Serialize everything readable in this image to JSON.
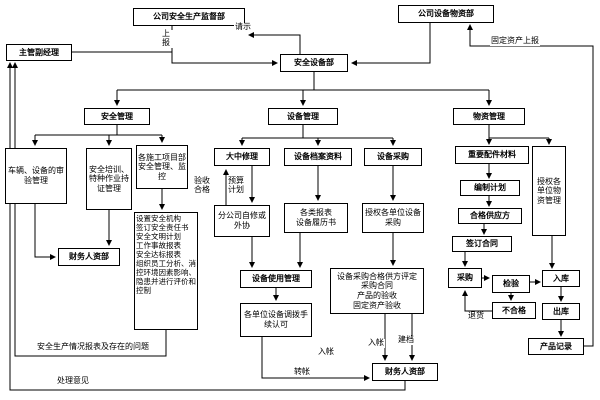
{
  "nodes": [
    {
      "id": "company-safety-supervision",
      "label": "公司安全生产监督部"
    },
    {
      "id": "company-equipment-materials",
      "label": "公司设备物资部"
    },
    {
      "id": "deputy-manager",
      "label": "主管副经理"
    },
    {
      "id": "safety-equipment-dept",
      "label": "安全设备部"
    },
    {
      "id": "safety-management",
      "label": "安全管理"
    },
    {
      "id": "equipment-management",
      "label": "设备管理"
    },
    {
      "id": "materials-management",
      "label": "物资管理"
    },
    {
      "id": "vehicle-inspection",
      "label": "车辆、设备的审验管理"
    },
    {
      "id": "safety-training",
      "label": "安全培训、特种作业持证管理"
    },
    {
      "id": "project-safety",
      "label": "各施工项目部安全管理、监控"
    },
    {
      "id": "finance-hr-safety",
      "label": "财务人资部"
    },
    {
      "id": "safety-duties",
      "label": "设置安全机构\n签订安全责任书\n安全文明计划\n工作事故报表\n安全达标报表\n组织员工分析、消控环境因素影响、隐患并进行评价和控制"
    },
    {
      "id": "major-repair",
      "label": "大中修理"
    },
    {
      "id": "equipment-archives",
      "label": "设备档案资料"
    },
    {
      "id": "equipment-procurement",
      "label": "设备采购"
    },
    {
      "id": "branch-self-repair",
      "label": "分公司自修或外协"
    },
    {
      "id": "reports-history",
      "label": "各类报表\n设备履历书"
    },
    {
      "id": "authorized-equipment-procurement",
      "label": "授权各单位设备采购"
    },
    {
      "id": "equipment-use",
      "label": "设备使用管理"
    },
    {
      "id": "procurement-eval",
      "label": "设备采购合格供方评定\n采购合同\n产品的验收\n固定资产验收"
    },
    {
      "id": "unit-transfer",
      "label": "各单位设备调拨手续认可"
    },
    {
      "id": "finance-hr-equipment",
      "label": "财务人资部"
    },
    {
      "id": "important-parts",
      "label": "重要配件材料"
    },
    {
      "id": "authorized-materials",
      "label": "授权各单位物资管理"
    },
    {
      "id": "prepare-plan",
      "label": "编制计划"
    },
    {
      "id": "qualified-supplier",
      "label": "合格供应方"
    },
    {
      "id": "sign-contract",
      "label": "签订合同"
    },
    {
      "id": "procurement",
      "label": "采购"
    },
    {
      "id": "inspection",
      "label": "检验"
    },
    {
      "id": "stock-in",
      "label": "入库"
    },
    {
      "id": "unqualified",
      "label": "不合格"
    },
    {
      "id": "stock-out",
      "label": "出库"
    },
    {
      "id": "product-records",
      "label": "产品记录"
    }
  ],
  "labels": [
    {
      "id": "request",
      "text": "请示"
    },
    {
      "id": "report-up",
      "text": "上报"
    },
    {
      "id": "fixed-asset-report",
      "text": "固定资产上报"
    },
    {
      "id": "acceptance-qualified",
      "text": "验收合格"
    },
    {
      "id": "budget-plan",
      "text": "预算计划"
    },
    {
      "id": "booking-1",
      "text": "入帐"
    },
    {
      "id": "filing",
      "text": "建档"
    },
    {
      "id": "booking-2",
      "text": "入帐"
    },
    {
      "id": "transfer",
      "text": "转帐"
    },
    {
      "id": "return-goods",
      "text": "退货"
    },
    {
      "id": "safety-report-problems",
      "text": "安全生产情况报表及存在的问题"
    },
    {
      "id": "handling-opinions",
      "text": "处理意见"
    }
  ]
}
